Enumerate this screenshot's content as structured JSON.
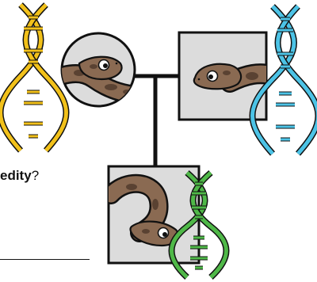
{
  "question": {
    "highlight_text": "edity",
    "suffix_text": "?"
  },
  "figures": [
    {
      "name": "parent-left",
      "frame": "circle",
      "dna_color": "#f2c11a"
    },
    {
      "name": "parent-right",
      "frame": "square",
      "dna_color": "#4cc3e6"
    },
    {
      "name": "offspring",
      "frame": "square",
      "dna_color": "#4fb848"
    }
  ],
  "colors": {
    "frame_fill": "#dcdcdc",
    "outline": "#111111",
    "snake_body": "#8a6a52",
    "snake_spots": "#5a4232",
    "snake_belly": "#d6c3a4"
  }
}
